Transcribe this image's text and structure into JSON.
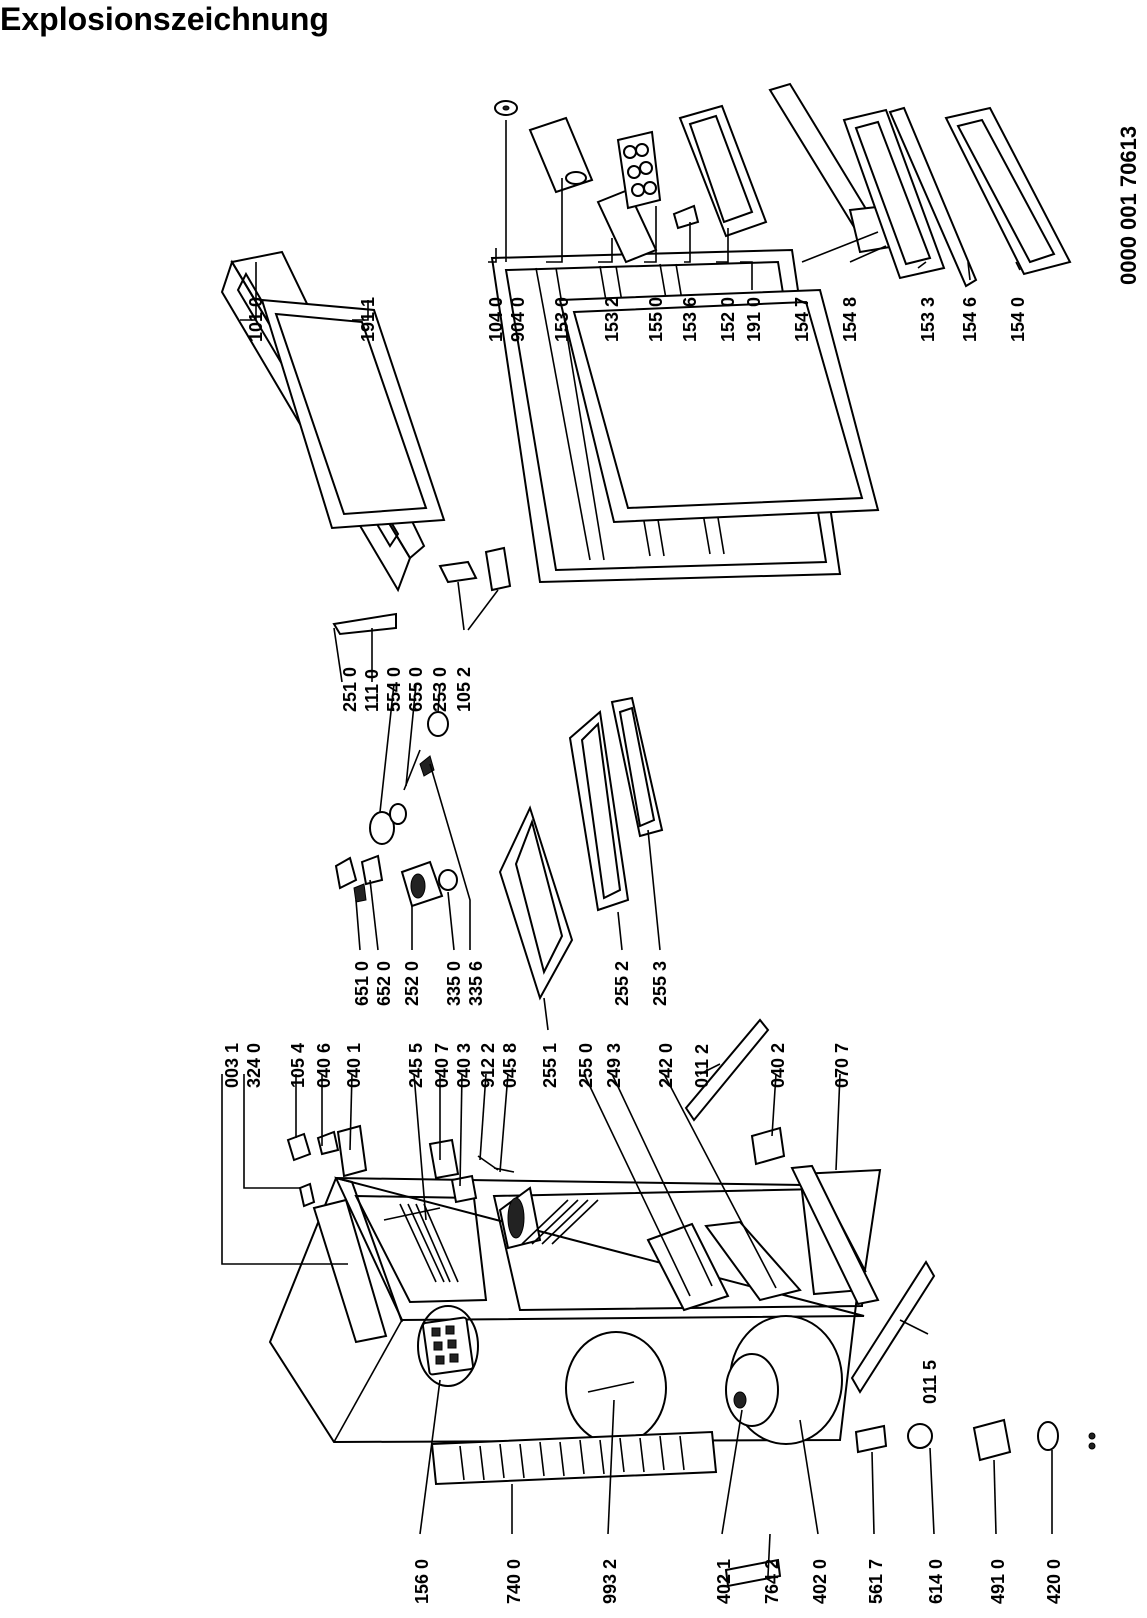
{
  "title": "Explosionszeichnung",
  "document_number": "0000 001 70613",
  "labels": {
    "p1010": "101 0",
    "p1911": "191 1",
    "p1040": "104 0",
    "p9040": "904 0",
    "p1530": "153 0",
    "p1532": "153 2",
    "p1550": "155 0",
    "p1536": "153 6",
    "p1520": "152 0",
    "p1910": "191 0",
    "p1547": "154 7",
    "p1548": "154 8",
    "p1533": "153 3",
    "p1546": "154 6",
    "p1540": "154 0",
    "p2510": "251 0",
    "p1110": "111 0",
    "p5540": "554 0",
    "p6550": "655 0",
    "p2530": "253 0",
    "p1052": "105 2",
    "p6510": "651 0",
    "p6520": "652 0",
    "p2520": "252 0",
    "p3350": "335 0",
    "p3356": "335 6",
    "p2552": "255 2",
    "p2553": "255 3",
    "p0031": "003 1",
    "p3240": "324 0",
    "p1054": "105 4",
    "p0406": "040 6",
    "p0401": "040 1",
    "p2455": "245 5",
    "p0407": "040 7",
    "p0403": "040 3",
    "p9122": "912 2",
    "p0458": "045 8",
    "p2551": "255 1",
    "p2550": "255 0",
    "p2493": "249 3",
    "p2420": "242 0",
    "p0112": "011 2",
    "p0402": "040 2",
    "p0707": "070 7",
    "p0115": "011 5",
    "p1560": "156 0",
    "p7400": "740 0",
    "p9932": "993 2",
    "p4021": "402 1",
    "p7642": "764 2",
    "p4020": "402 0",
    "p5617": "561 7",
    "p6140": "614 0",
    "p4910": "491 0",
    "p4200": "420 0"
  }
}
